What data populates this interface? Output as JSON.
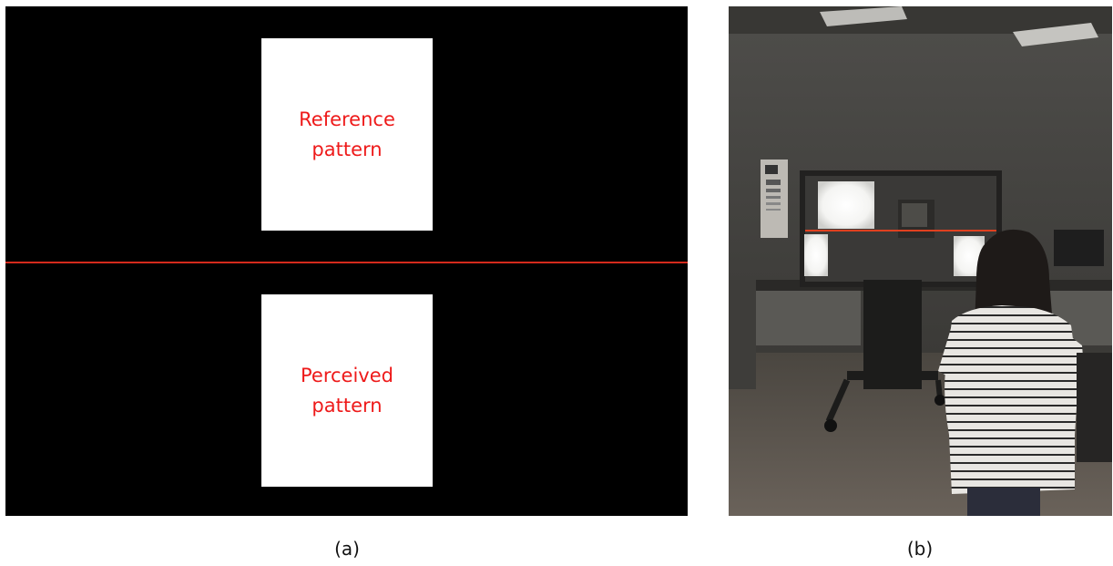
{
  "panel_a": {
    "reference_label": "Reference\npattern",
    "perceived_label": "Perceived\npattern",
    "caption": "(a)",
    "colors": {
      "background": "#000000",
      "line": "#d42a1c",
      "label_text": "#ee1a1a",
      "pattern_fill": "#ffffff"
    }
  },
  "panel_b": {
    "caption": "(b)"
  }
}
